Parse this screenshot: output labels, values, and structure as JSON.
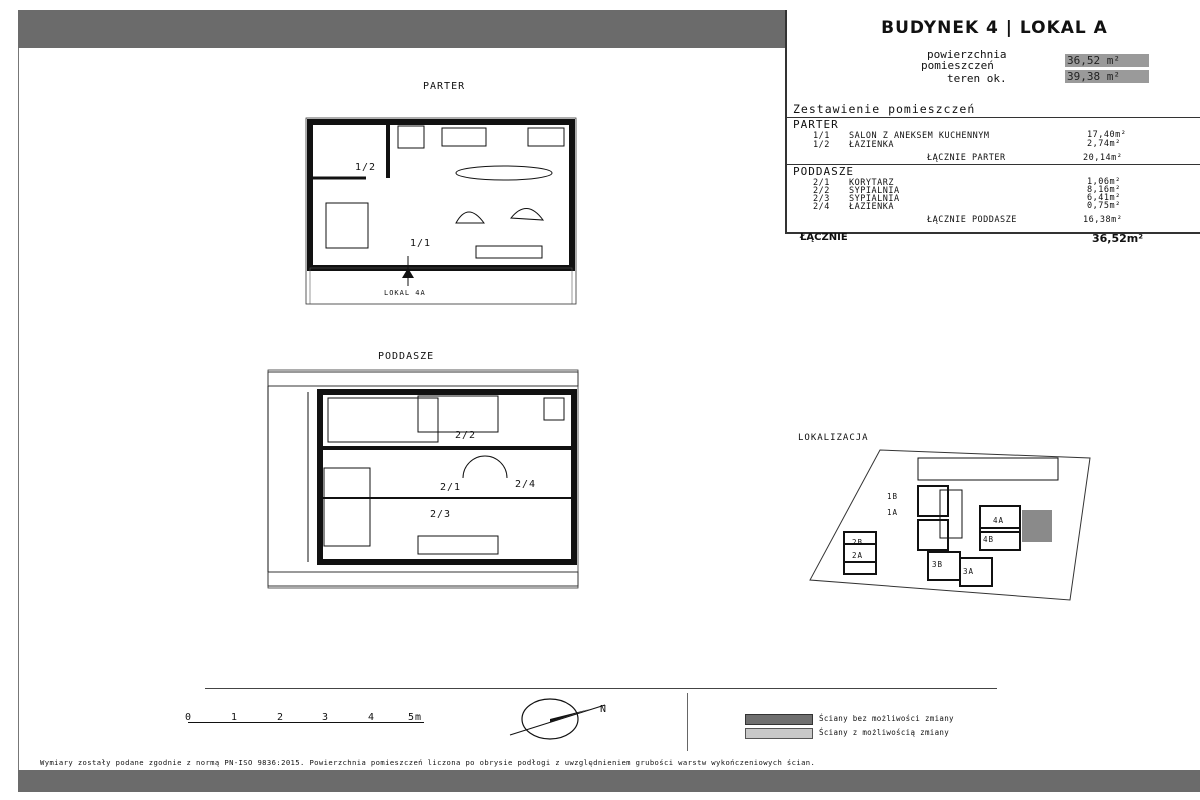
{
  "header": {
    "title": "BUDYNEK 4 | LOKAL A"
  },
  "summary": {
    "area_label_1": "powierzchnia",
    "area_label_2": "pomieszczeń",
    "area_value": "36,52 m²",
    "terrain_label": "teren ok.",
    "terrain_value": "39,38 m²",
    "rooms_heading": "Zestawienie pomieszczeń"
  },
  "parter": {
    "heading": "PARTER",
    "rooms": [
      {
        "num": "1/1",
        "name": "SALON Z ANEKSEM KUCHENNYM",
        "area": "17,40m²"
      },
      {
        "num": "1/2",
        "name": "ŁAZIENKA",
        "area": "2,74m²"
      }
    ],
    "total_label": "ŁĄCZNIE PARTER",
    "total_value": "20,14m²"
  },
  "poddasze": {
    "heading": "PODDASZE",
    "rooms": [
      {
        "num": "2/1",
        "name": "KORYTARZ",
        "area": "1,06m²"
      },
      {
        "num": "2/2",
        "name": "SYPIALNIA",
        "area": "8,16m²"
      },
      {
        "num": "2/3",
        "name": "SYPIALNIA",
        "area": "6,41m²"
      },
      {
        "num": "2/4",
        "name": "ŁAZIENKA",
        "area": "0,75m²"
      }
    ],
    "total_label": "ŁĄCZNIE PODDASZE",
    "total_value": "16,38m²"
  },
  "grand_total": {
    "label": "ŁĄCZNIE",
    "value": "36,52m²"
  },
  "plans": {
    "parter_title": "PARTER",
    "poddasze_title": "PODDASZE",
    "parter_room_labels": [
      "1/2",
      "1/1"
    ],
    "entrance_label": "LOKAL 4A",
    "poddasze_room_labels": [
      "2/2",
      "2/1",
      "2/4",
      "2/3"
    ]
  },
  "location": {
    "heading": "LOKALIZACJA",
    "units": [
      "1B",
      "1A",
      "2B",
      "2A",
      "4A",
      "4B",
      "3B",
      "3A"
    ]
  },
  "scale": {
    "ticks": [
      "0",
      "1",
      "2",
      "3",
      "4",
      "5m"
    ]
  },
  "compass": {
    "label": "N"
  },
  "legend": [
    {
      "label": "Ściany bez możliwości zmiany",
      "color": "#6f6f6f"
    },
    {
      "label": "Ściany z możliwością zmiany",
      "color": "#c8c8c8"
    }
  ],
  "footer": {
    "disclaimer": "Wymiary zostały podane zgodnie z normą PN-ISO 9836:2015. Powierzchnia  pomieszczeń liczona po obrysie podłogi z uwzględnieniem grubości warstw wykończeniowych ścian."
  }
}
